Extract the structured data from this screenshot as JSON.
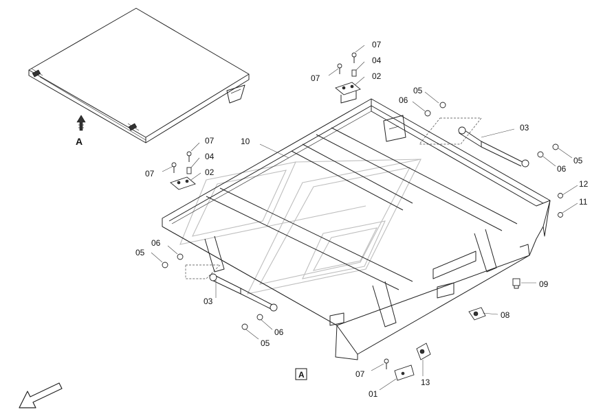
{
  "view": {
    "title": "A",
    "marker": "A"
  },
  "callouts": [
    {
      "id": "c07a",
      "text": "07"
    },
    {
      "id": "c04a",
      "text": "04"
    },
    {
      "id": "c07b",
      "text": "07"
    },
    {
      "id": "c02a",
      "text": "02"
    },
    {
      "id": "c05a",
      "text": "05"
    },
    {
      "id": "c06a",
      "text": "06"
    },
    {
      "id": "c03a",
      "text": "03"
    },
    {
      "id": "c06b",
      "text": "06"
    },
    {
      "id": "c05b",
      "text": "05"
    },
    {
      "id": "c10",
      "text": "10"
    },
    {
      "id": "c07c",
      "text": "07"
    },
    {
      "id": "c04b",
      "text": "04"
    },
    {
      "id": "c07d",
      "text": "07"
    },
    {
      "id": "c02b",
      "text": "02"
    },
    {
      "id": "c12",
      "text": "12"
    },
    {
      "id": "c11",
      "text": "11"
    },
    {
      "id": "c06c",
      "text": "06"
    },
    {
      "id": "c05c",
      "text": "05"
    },
    {
      "id": "c09",
      "text": "09"
    },
    {
      "id": "c03b",
      "text": "03"
    },
    {
      "id": "c08",
      "text": "08"
    },
    {
      "id": "c06d",
      "text": "06"
    },
    {
      "id": "c05d",
      "text": "05"
    },
    {
      "id": "c07e",
      "text": "07"
    },
    {
      "id": "c13",
      "text": "13"
    },
    {
      "id": "c01",
      "text": "01"
    }
  ]
}
